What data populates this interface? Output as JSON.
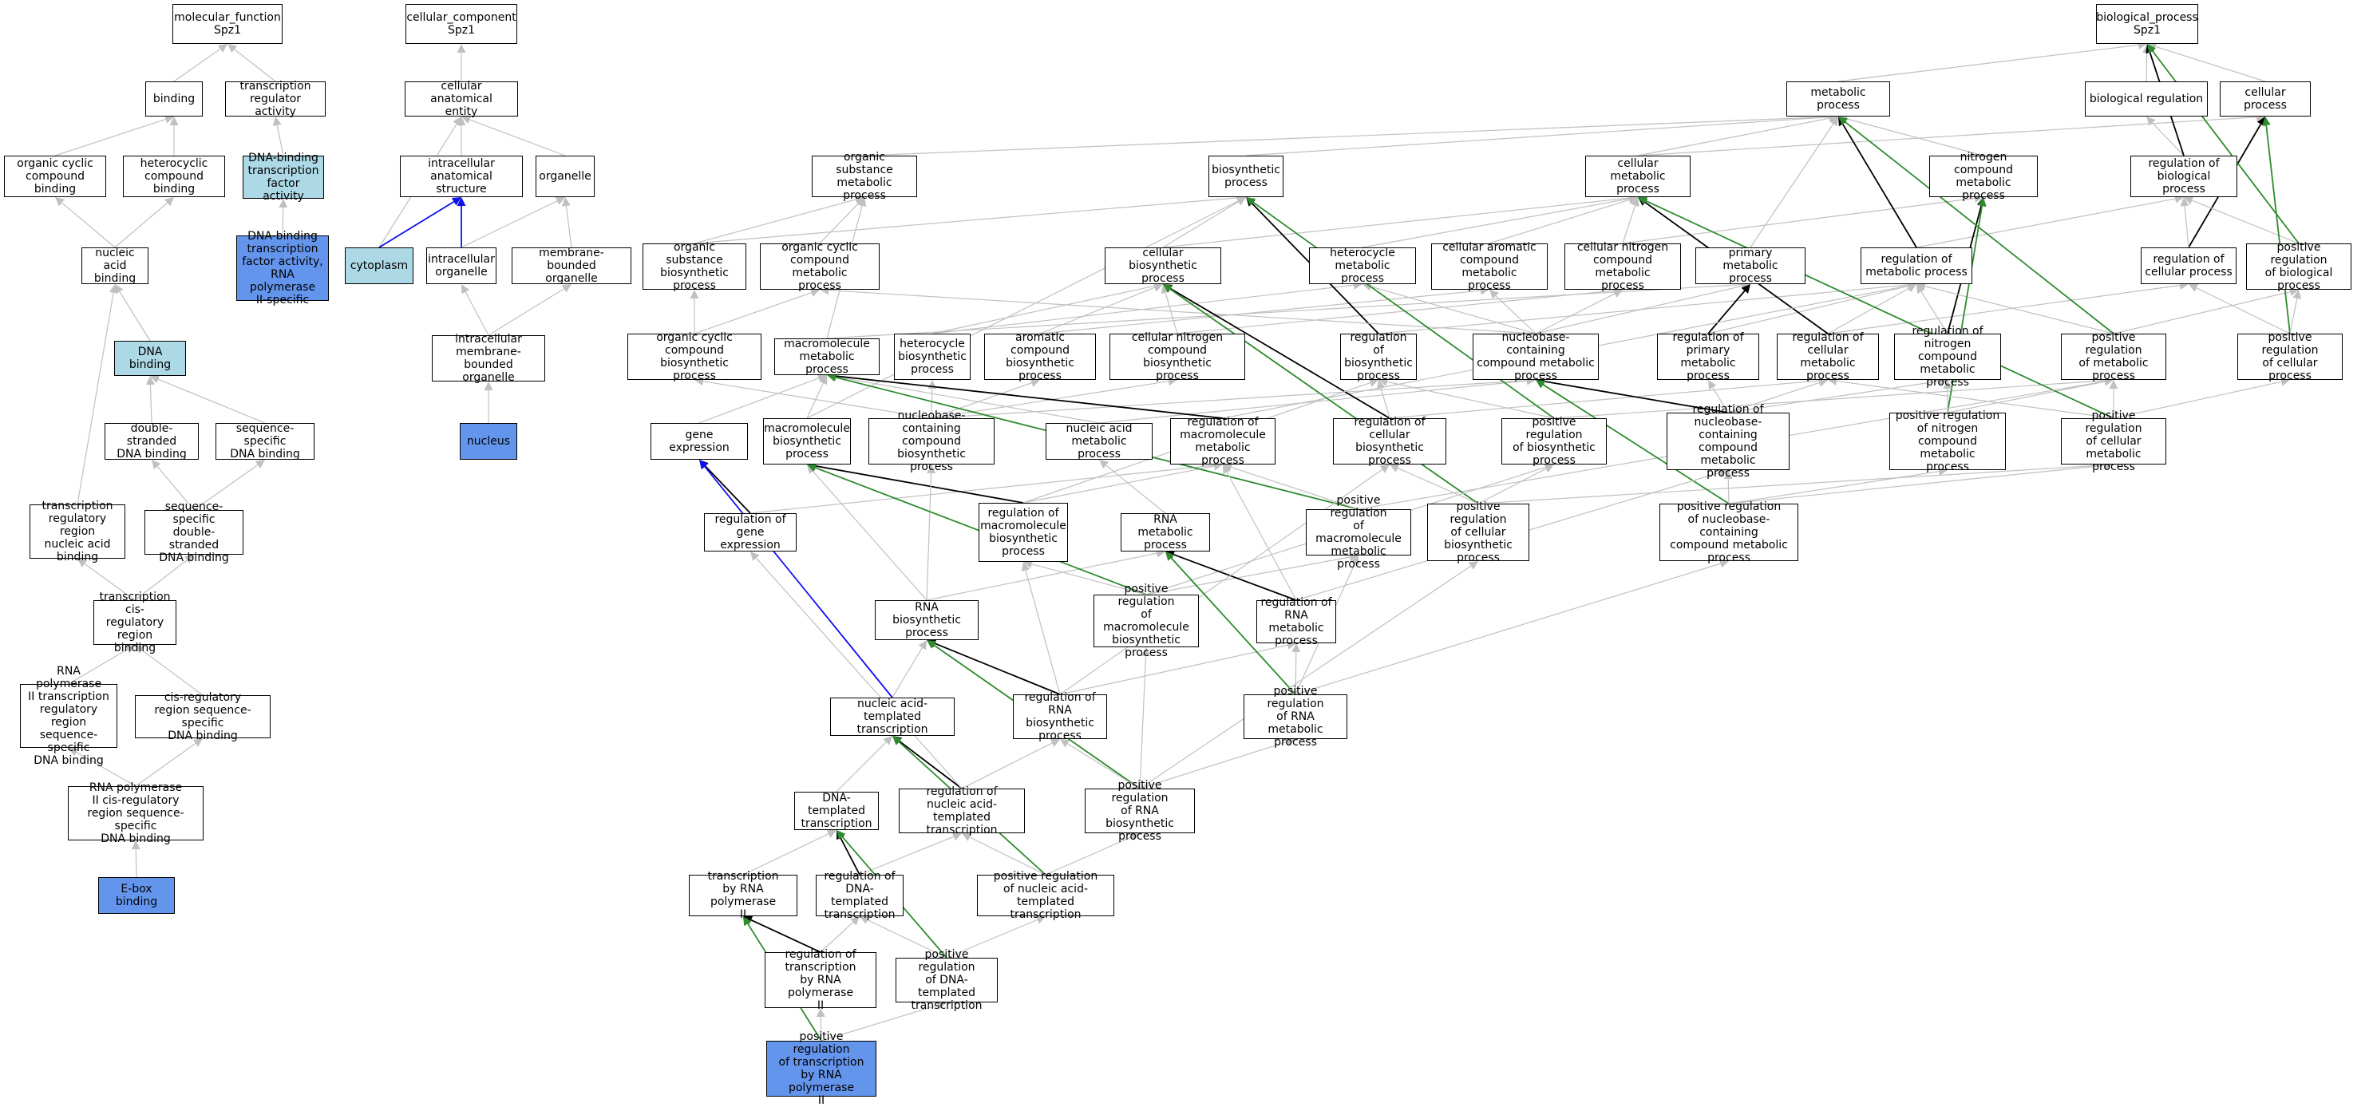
{
  "colors": {
    "edge_default": "#c0c0c0",
    "edge_black": "#000000",
    "edge_green": "#2e8b2e",
    "edge_blue": "#1010ee",
    "fill_light": "#add8e6",
    "fill_blue": "#6495ed"
  },
  "nodes": {
    "molecular_function": "molecular_function\nSpz1",
    "binding": "binding",
    "transcription_regulator_activity": "transcription\nregulator activity",
    "organic_cyclic_compound_binding": "organic cyclic\ncompound binding",
    "heterocyclic_compound_binding": "heterocyclic\ncompound binding",
    "dna_binding_tf_activity": "DNA-binding\ntranscription\nfactor activity",
    "dna_binding_tf_activity_rnap2": "DNA-binding\ntranscription\nfactor activity,\nRNA polymerase\nII-specific",
    "nucleic_acid_binding": "nucleic acid\nbinding",
    "dna_binding": "DNA binding",
    "double_stranded_dna_binding": "double-stranded\nDNA binding",
    "sequence_specific_dna_binding": "sequence-specific\nDNA binding",
    "transcription_regulatory_region_nucleic_acid_binding": "transcription\nregulatory region\nnucleic acid\nbinding",
    "sequence_specific_double_stranded_dna_binding": "sequence-specific\ndouble-stranded\nDNA binding",
    "transcription_cis_regulatory_region_binding": "transcription\ncis-regulatory\nregion binding",
    "rnap2_tr_region_sequence_specific_dna_binding": "RNA polymerase\nII transcription\nregulatory region\nsequence-specific\nDNA binding",
    "cis_regulatory_region_sequence_specific_dna_binding": "cis-regulatory\nregion sequence-specific\nDNA binding",
    "rnap2_cis_regulatory_region_sequence_specific_dna_binding": "RNA polymerase\nII cis-regulatory\nregion sequence-specific\nDNA binding",
    "e_box_binding": "E-box binding",
    "cellular_component": "cellular_component\nSpz1",
    "cellular_anatomical_entity": "cellular anatomical\nentity",
    "intracellular_anatomical_structure": "intracellular\nanatomical structure",
    "organelle": "organelle",
    "cytoplasm": "cytoplasm",
    "intracellular_organelle": "intracellular\norganelle",
    "membrane_bounded_organelle": "membrane-bounded\norganelle",
    "intracellular_membrane_bounded_organelle": "intracellular\nmembrane-bounded\norganelle",
    "nucleus": "nucleus",
    "biological_process": "biological_process\nSpz1",
    "metabolic_process": "metabolic process",
    "biological_regulation": "biological regulation",
    "cellular_process": "cellular process",
    "organic_substance_metabolic_process": "organic substance\nmetabolic process",
    "biosynthetic_process": "biosynthetic\nprocess",
    "cellular_metabolic_process": "cellular metabolic\nprocess",
    "nitrogen_compound_metabolic_process": "nitrogen compound\nmetabolic process",
    "regulation_of_biological_process": "regulation of\nbiological process",
    "organic_substance_biosynthetic_process": "organic substance\nbiosynthetic\nprocess",
    "organic_cyclic_compound_metabolic_process": "organic cyclic\ncompound metabolic\nprocess",
    "cellular_biosynthetic_process": "cellular biosynthetic\nprocess",
    "heterocycle_metabolic_process": "heterocycle\nmetabolic process",
    "cellular_aromatic_compound_metabolic_process": "cellular aromatic\ncompound metabolic\nprocess",
    "cellular_nitrogen_compound_metabolic_process": "cellular nitrogen\ncompound metabolic\nprocess",
    "primary_metabolic_process": "primary metabolic\nprocess",
    "regulation_of_metabolic_process": "regulation of\nmetabolic process",
    "regulation_of_cellular_process": "regulation of\ncellular process",
    "positive_regulation_of_biological_process": "positive regulation\nof biological\nprocess",
    "organic_cyclic_compound_biosynthetic_process": "organic cyclic\ncompound biosynthetic\nprocess",
    "macromolecule_metabolic_process": "macromolecule\nmetabolic process",
    "heterocycle_biosynthetic_process": "heterocycle\nbiosynthetic\nprocess",
    "aromatic_compound_biosynthetic_process": "aromatic compound\nbiosynthetic\nprocess",
    "cellular_nitrogen_compound_biosynthetic_process": "cellular nitrogen\ncompound biosynthetic\nprocess",
    "regulation_of_biosynthetic_process": "regulation of\nbiosynthetic\nprocess",
    "nucleobase_containing_compound_metabolic_process": "nucleobase-containing\ncompound metabolic\nprocess",
    "regulation_of_primary_metabolic_process": "regulation of\nprimary metabolic\nprocess",
    "regulation_of_cellular_metabolic_process": "regulation of\ncellular metabolic\nprocess",
    "regulation_of_nitrogen_compound_metabolic_process": "regulation of\nnitrogen compound\nmetabolic process",
    "positive_regulation_of_metabolic_process": "positive regulation\nof metabolic\nprocess",
    "positive_regulation_of_cellular_process": "positive regulation\nof cellular\nprocess",
    "gene_expression": "gene expression",
    "macromolecule_biosynthetic_process": "macromolecule\nbiosynthetic\nprocess",
    "nucleobase_containing_compound_biosynthetic_process": "nucleobase-containing\ncompound biosynthetic\nprocess",
    "nucleic_acid_metabolic_process": "nucleic acid\nmetabolic process",
    "regulation_of_macromolecule_metabolic_process": "regulation of\nmacromolecule\nmetabolic process",
    "regulation_of_cellular_biosynthetic_process": "regulation of\ncellular biosynthetic\nprocess",
    "positive_regulation_of_biosynthetic_process": "positive regulation\nof biosynthetic\nprocess",
    "regulation_of_nucleobase_containing_compound_metabolic_process": "regulation of\nnucleobase-containing\ncompound metabolic\nprocess",
    "positive_regulation_of_nitrogen_compound_metabolic_process": "positive regulation\nof nitrogen\ncompound metabolic\nprocess",
    "positive_regulation_of_cellular_metabolic_process": "positive regulation\nof cellular\nmetabolic process",
    "regulation_of_gene_expression": "regulation of\ngene expression",
    "regulation_of_macromolecule_biosynthetic_process": "regulation of\nmacromolecule\nbiosynthetic\nprocess",
    "rna_metabolic_process": "RNA metabolic\nprocess",
    "positive_regulation_of_macromolecule_metabolic_process": "positive regulation\nof macromolecule\nmetabolic process",
    "positive_regulation_of_cellular_biosynthetic_process": "positive regulation\nof cellular\nbiosynthetic\nprocess",
    "positive_regulation_of_nucleobase_containing_compound_metabolic_process": "positive regulation\nof nucleobase-containing\ncompound metabolic\nprocess",
    "rna_biosynthetic_process": "RNA biosynthetic\nprocess",
    "positive_regulation_of_macromolecule_biosynthetic_process": "positive regulation\nof macromolecule\nbiosynthetic\nprocess",
    "regulation_of_rna_metabolic_process": "regulation of\nRNA metabolic\nprocess",
    "nucleic_acid_templated_transcription": "nucleic acid-templated\ntranscription",
    "regulation_of_rna_biosynthetic_process": "regulation of\nRNA biosynthetic\nprocess",
    "positive_regulation_of_rna_metabolic_process": "positive regulation\nof RNA metabolic\nprocess",
    "dna_templated_transcription": "DNA-templated\ntranscription",
    "regulation_of_nucleic_acid_templated_transcription": "regulation of\nnucleic acid-templated\ntranscription",
    "positive_regulation_of_rna_biosynthetic_process": "positive regulation\nof RNA biosynthetic\nprocess",
    "transcription_by_rna_polymerase_ii": "transcription\nby RNA polymerase\nII",
    "regulation_of_dna_templated_transcription": "regulation of\nDNA-templated\ntranscription",
    "positive_regulation_of_nucleic_acid_templated_transcription": "positive regulation\nof nucleic acid-templated\ntranscription",
    "regulation_of_transcription_by_rna_polymerase_ii": "regulation of\ntranscription\nby RNA polymerase\nII",
    "positive_regulation_of_dna_templated_transcription": "positive regulation\nof DNA-templated\ntranscription",
    "positive_regulation_of_transcription_by_rna_polymerase_ii": "positive regulation\nof transcription\nby RNA polymerase\nII"
  }
}
